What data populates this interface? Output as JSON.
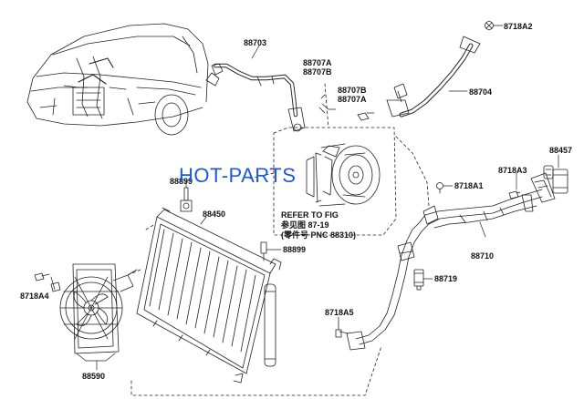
{
  "watermark": "HOT-PARTS",
  "colors": {
    "line": "#222222",
    "watermark": "#1e5ad8",
    "background": "#ffffff"
  },
  "part_numbers": {
    "p88703": "88703",
    "p8718A2": "8718A2",
    "p88707A_top": "88707A",
    "p88707B_top": "88707B",
    "p88707B_mid": "88707B",
    "p88707A_mid": "88707A",
    "p88704": "88704",
    "p88457": "88457",
    "p8718A3": "8718A3",
    "p8718A1": "8718A1",
    "p88899_left": "88899",
    "p88450": "88450",
    "p88899": "88899",
    "p88710": "88710",
    "p88719": "88719",
    "p8718A4": "8718A4",
    "p8718A5": "8718A5",
    "p88590": "88590"
  },
  "reference": {
    "line1": "REFER TO FIG",
    "line2": "参见图  87-19",
    "line3": "(零件号 PNC  88310)"
  }
}
